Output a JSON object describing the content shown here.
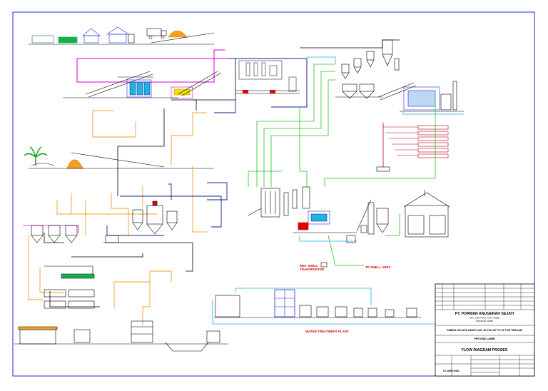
{
  "colors": {
    "frame": "#1f2bd8",
    "magenta": "#d100d1",
    "orange": "#f5a020",
    "green": "#22c322",
    "cyan": "#1fb5d9",
    "dark_red": "#b8001a",
    "red": "#e00000",
    "black": "#000000",
    "navy": "#13208f"
  },
  "labels": {
    "wet_shell_transporter": "WET SHELL\nTRANSPORTER",
    "to_shell_area": "TO SHELL AREA",
    "water_treatment_plant": "WATER TREATMENT PLANT"
  },
  "title_block": {
    "company": "PT. PORMAN ANUGERAH SEJATI",
    "address_1": "KEC. KELAYANG KOTA JAMBI",
    "address_2": "PROVINSI JAMBI",
    "project": "PABRIK KELAPA SAWIT KAP. 45 TON UP TO 60 TON TBS/JAM",
    "location": "PROVINSI JAMBI",
    "drawing_title": "FLOW DIAGRAM PROSES",
    "drawing_no": "07-ARR-PAS"
  },
  "icons": [
    "truck-icon",
    "oil-palm-icon",
    "storage-tank-icon",
    "cyclone-icon",
    "boiler-icon",
    "press-icon"
  ]
}
